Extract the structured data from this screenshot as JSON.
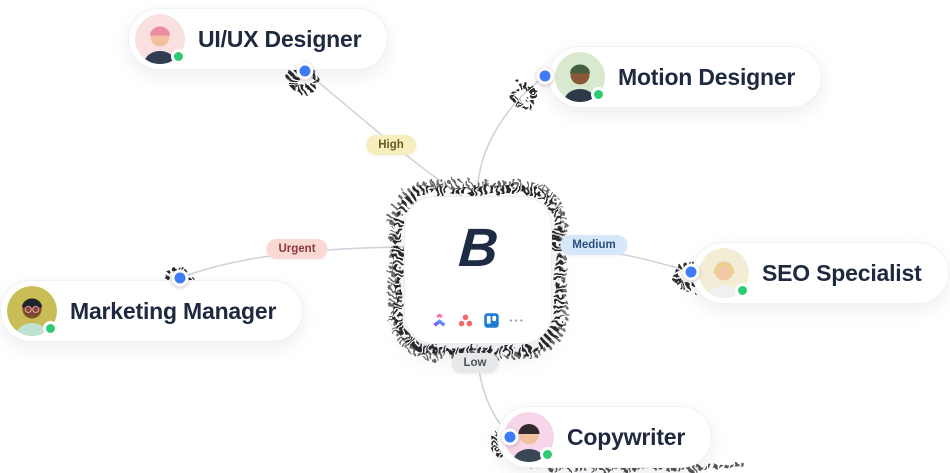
{
  "nodes": {
    "uiux": {
      "label": "UI/UX Designer",
      "status": "online"
    },
    "motion": {
      "label": "Motion Designer",
      "status": "online"
    },
    "marketing": {
      "label": "Marketing Manager",
      "status": "online"
    },
    "seo": {
      "label": "SEO Specialist",
      "status": "online"
    },
    "copywriter": {
      "label": "Copywriter",
      "status": "online"
    }
  },
  "edges": {
    "high": {
      "label": "High",
      "bg": "#f7eebe",
      "fg": "#6a5a22"
    },
    "urgent": {
      "label": "Urgent",
      "bg": "#fad8d4",
      "fg": "#8a3a3a"
    },
    "medium": {
      "label": "Medium",
      "bg": "#d6e7fa",
      "fg": "#2b4f7e"
    },
    "low": {
      "label": "Low",
      "bg": "#e7e8ea",
      "fg": "#4c4f58"
    }
  },
  "center": {
    "logo": "B",
    "integrations": [
      "clickup",
      "asana",
      "trello",
      "more"
    ],
    "more_label": "···"
  },
  "colors": {
    "connector_dot": "#3f7bf6",
    "online": "#2ecc71",
    "line": "#cfd4dc",
    "label_text": "#1f2940"
  }
}
